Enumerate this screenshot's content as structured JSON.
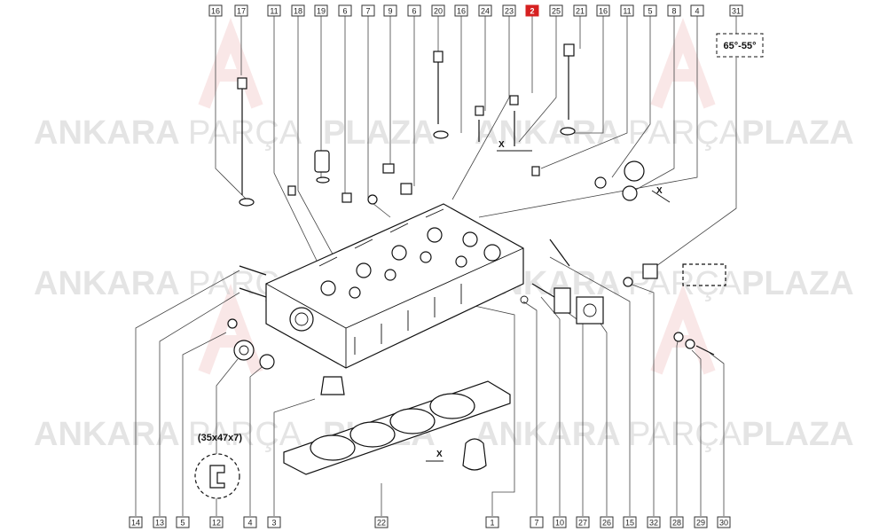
{
  "watermark": {
    "brand_a": "ANKARA",
    "brand_b": "PARÇA",
    "brand_c": "PLAZA"
  },
  "callouts_top": [
    "16",
    "17",
    "11",
    "18",
    "19",
    "6",
    "7",
    "9",
    "6",
    "20",
    "16",
    "24",
    "23",
    "2",
    "25",
    "21",
    "16",
    "11",
    "5",
    "8",
    "4",
    "31"
  ],
  "callouts_bottom": [
    "14",
    "13",
    "5",
    "12",
    "4",
    "3",
    "22",
    "1",
    "7",
    "10",
    "27",
    "26",
    "15",
    "32",
    "28",
    "29",
    "30"
  ],
  "highlighted_part": "2",
  "notes": {
    "angle": "65°-55°",
    "seal_size": "(35x47x7)",
    "axis_x": "X"
  }
}
